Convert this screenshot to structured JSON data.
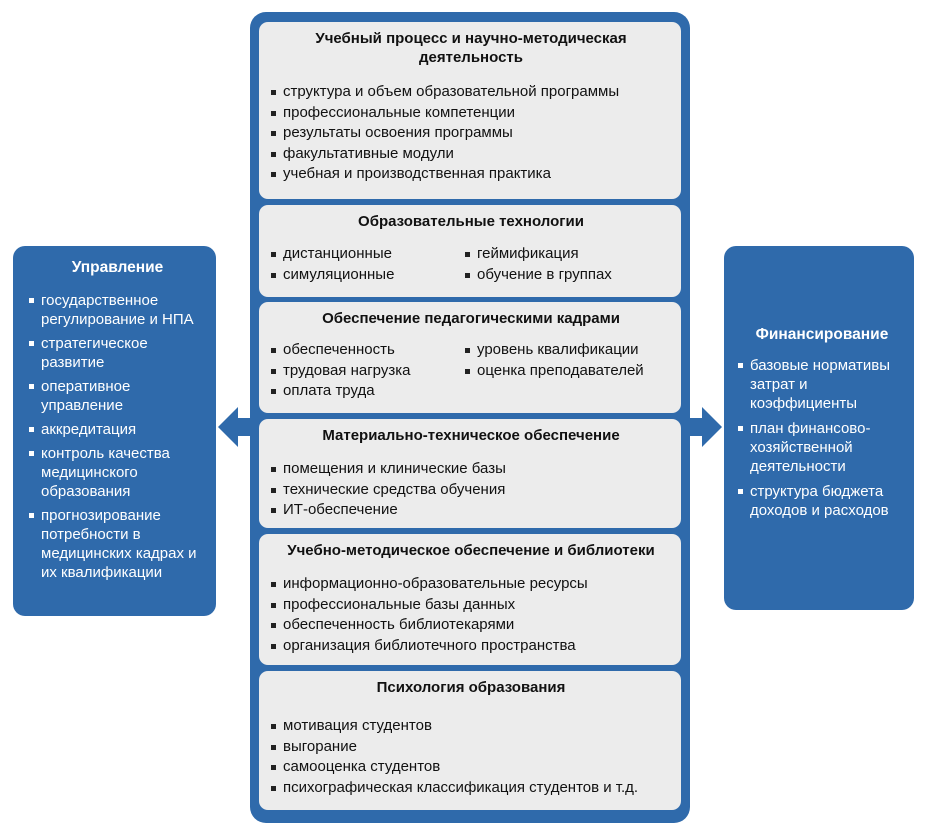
{
  "left": {
    "title": "Управление",
    "items": [
      "государственное регулирование и НПА",
      "стратегическое развитие",
      "оперативное управление",
      "аккредитация",
      "контроль качества медицинского образования",
      "прогнозирование потребности в медицинских кадрах и их квалификации"
    ]
  },
  "right": {
    "title": "Финансирование",
    "items": [
      "базовые нормативы затрат и коэффициенты",
      "план финансово-хозяйственной деятельности",
      "структура бюджета доходов и расходов"
    ]
  },
  "sections": [
    {
      "title": "Учебный процесс и научно-методическая деятельность",
      "items": [
        "структура и объем образовательной программы",
        "профессиональные компетенции",
        "результаты освоения программы",
        "факультативные модули",
        "учебная и производственная практика"
      ]
    },
    {
      "title": "Образовательные технологии",
      "col1": [
        "дистанционные",
        "симуляционные"
      ],
      "col2": [
        "геймификация",
        "обучение в группах"
      ]
    },
    {
      "title": "Обеспечение педагогическими кадрами",
      "col1": [
        "обеспеченность",
        "трудовая нагрузка",
        "оплата труда"
      ],
      "col2": [
        "уровень квалификации",
        "оценка преподавателей"
      ]
    },
    {
      "title": "Материально-техническое обеспечение",
      "items": [
        "помещения и клинические базы",
        "технические средства обучения",
        "ИТ-обеспечение"
      ]
    },
    {
      "title": "Учебно-методическое обеспечение и библиотеки",
      "items": [
        "информационно-образовательные ресурсы",
        "профессиональные базы данных",
        "обеспеченность библиотекарями",
        "организация библиотечного пространства"
      ]
    },
    {
      "title": "Психология образования",
      "items": [
        "мотивация студентов",
        "выгорание",
        "самооценка студентов",
        "психографическая классификация студентов и т.д."
      ]
    }
  ]
}
